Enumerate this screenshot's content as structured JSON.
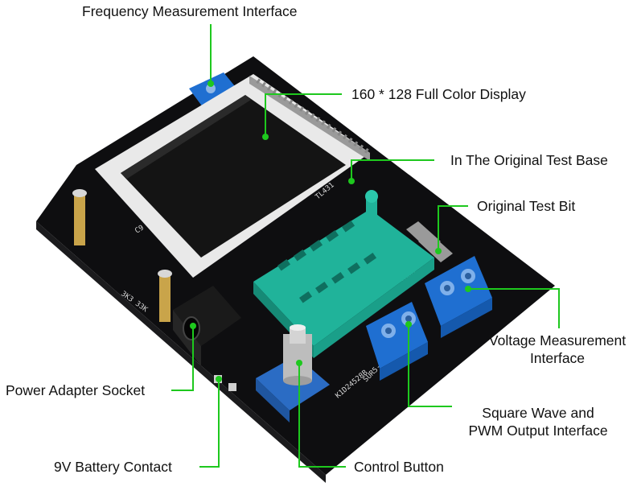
{
  "labels": {
    "frequency": "Frequency Measurement Interface",
    "display": "160 * 128 Full Color Display",
    "test_base": "In The Original Test Base",
    "test_bit": "Original Test Bit",
    "voltage_line1": "Voltage Measurement",
    "voltage_line2": "Interface",
    "power": "Power Adapter Socket",
    "square_line1": "Square Wave and",
    "square_line2": "PWM Output Interface",
    "battery": "9V Battery Contact",
    "control": "Control Button"
  },
  "colors": {
    "callout": "#1ec81e",
    "pcb": "#0e0e10",
    "terminal": "#1f6fd1",
    "socket": "#20b39a",
    "screen": "#141414"
  }
}
